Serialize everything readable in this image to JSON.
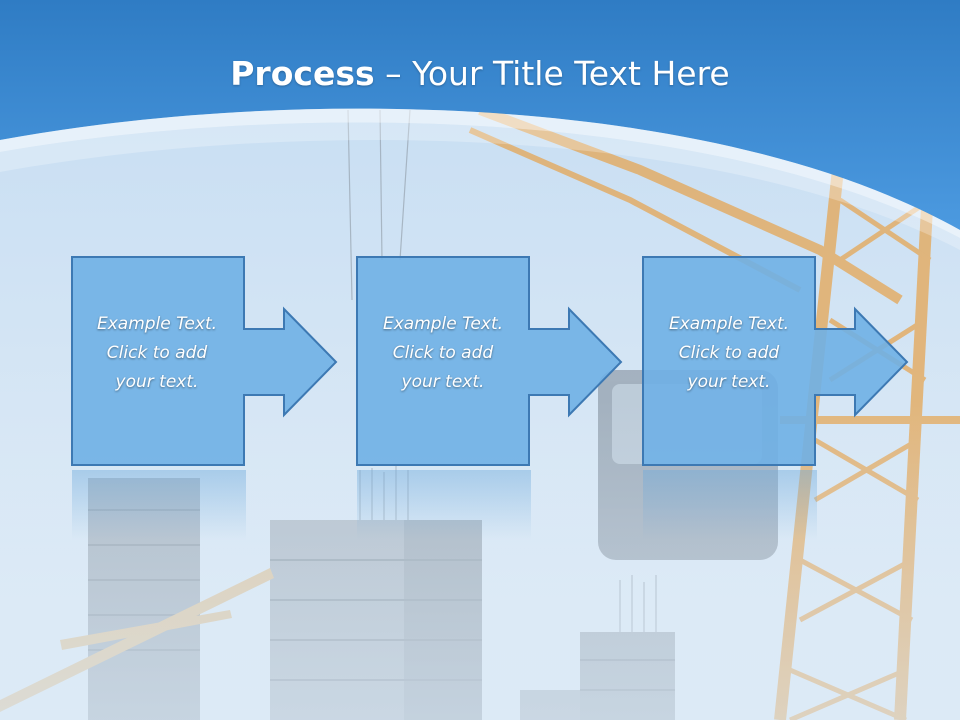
{
  "slide": {
    "title": {
      "bold": "Process",
      "rest": " – Your Title Text Here"
    },
    "steps": [
      {
        "line1": "Example Text.",
        "line2": "Click  to add",
        "line3": "your text."
      },
      {
        "line1": "Example Text.",
        "line2": "Click  to add",
        "line3": "your text."
      },
      {
        "line1": "Example Text.",
        "line2": "Click  to add",
        "line3": "your text."
      }
    ]
  },
  "colors": {
    "header_blue": "#3f8ed6",
    "sky": "#cfe3f4",
    "box_fill": "#6fb0e6",
    "box_border": "#3d79b3",
    "crane": "#e7a24a"
  }
}
